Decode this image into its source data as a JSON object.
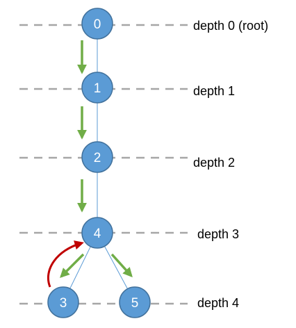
{
  "colors": {
    "node_fill": "#5b9bd5",
    "node_stroke": "#41719c",
    "edge": "#5b9bd5",
    "level_line": "#a6a6a6",
    "traversal_arrow": "#70ad47",
    "backtrack_arrow": "#c00000",
    "node_text": "#ffffff",
    "depth_text": "#000000"
  },
  "nodes": [
    {
      "id": "n0",
      "label": "0"
    },
    {
      "id": "n1",
      "label": "1"
    },
    {
      "id": "n2",
      "label": "2"
    },
    {
      "id": "n4",
      "label": "4"
    },
    {
      "id": "n3",
      "label": "3"
    },
    {
      "id": "n5",
      "label": "5"
    }
  ],
  "edges": [
    {
      "from": "n0",
      "to": "n1"
    },
    {
      "from": "n1",
      "to": "n2"
    },
    {
      "from": "n2",
      "to": "n4"
    },
    {
      "from": "n4",
      "to": "n3"
    },
    {
      "from": "n4",
      "to": "n5"
    }
  ],
  "depths": [
    {
      "label": "depth 0 (root)"
    },
    {
      "label": "depth 1"
    },
    {
      "label": "depth 2"
    },
    {
      "label": "depth 3"
    },
    {
      "label": "depth 4"
    }
  ],
  "traversal_arrows": [
    {
      "from": "n0",
      "to": "n1"
    },
    {
      "from": "n1",
      "to": "n2"
    },
    {
      "from": "n2",
      "to": "n4"
    },
    {
      "from": "n4",
      "to": "n3"
    },
    {
      "from": "n4",
      "to": "n5"
    }
  ],
  "backtrack_arrow": {
    "from": "n3",
    "to": "n4"
  }
}
